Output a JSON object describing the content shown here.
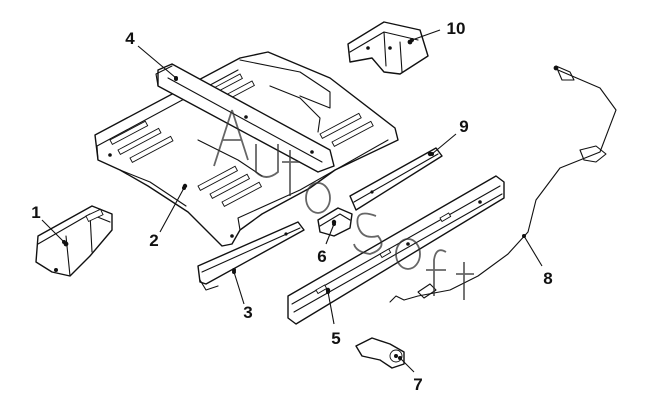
{
  "diagram": {
    "callouts": [
      {
        "id": 1,
        "label": "1"
      },
      {
        "id": 2,
        "label": "2"
      },
      {
        "id": 3,
        "label": "3"
      },
      {
        "id": 4,
        "label": "4"
      },
      {
        "id": 5,
        "label": "5"
      },
      {
        "id": 6,
        "label": "6"
      },
      {
        "id": 7,
        "label": "7"
      },
      {
        "id": 8,
        "label": "8"
      },
      {
        "id": 9,
        "label": "9"
      },
      {
        "id": 10,
        "label": "10"
      }
    ],
    "watermark": {
      "text": "AutoSoft"
    },
    "colors": {
      "line": "#111111",
      "background": "#ffffff"
    }
  }
}
